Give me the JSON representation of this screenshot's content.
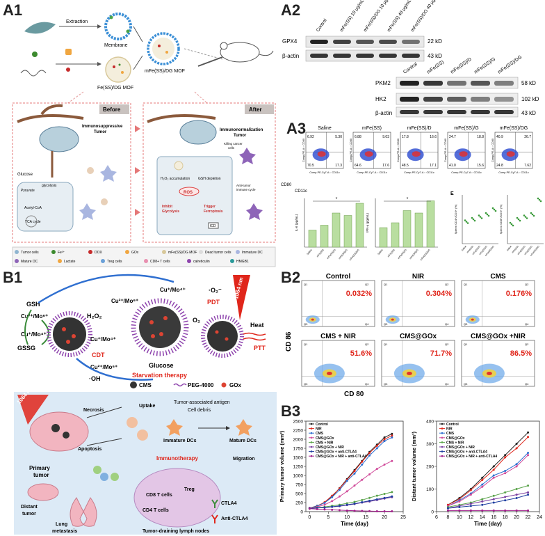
{
  "labels": {
    "a1": "A1",
    "a2": "A2",
    "a3": "A3",
    "b1": "B1",
    "b2": "B2",
    "b3": "B3"
  },
  "a1": {
    "extraction": "Extraction",
    "membrane": "Membrane",
    "mof": "Fe(SS)/DG MOF",
    "mmof": "mFe(SS)/DG MOF",
    "before": "Before",
    "after": "After",
    "immunosuppressive": [
      "Immunosuppressive",
      "Tumor"
    ],
    "immunonormalization": [
      "Immunonormalization",
      "Tumor"
    ],
    "glucose": "Glucose",
    "pyruvate": "Pyruvate",
    "glycolysis": "glycolysis",
    "acetyl": "Acetyl-CoA",
    "tca": "TCA cycle",
    "killing": [
      "Killing cancer",
      "cells"
    ],
    "h2o2": "H₂O₂ accumulation",
    "gsh": "GSH depletion",
    "ros": "ROS",
    "inhibit": [
      "Inhibit",
      "Glycolysis"
    ],
    "trigger": [
      "Trigger",
      "Ferroptosis"
    ],
    "antitumor": [
      "Anti-tumor",
      "immune cycle"
    ],
    "icd": "ICD",
    "legend": [
      {
        "sym": "ellipse-blue",
        "label": "Tumor cells"
      },
      {
        "sym": "dot-green",
        "label": "Fe³⁺"
      },
      {
        "sym": "dot-red",
        "label": "DOX"
      },
      {
        "sym": "square-orange",
        "label": "GOx"
      },
      {
        "sym": "ring-gray",
        "label": "mFe(SS)/DG MOF"
      },
      {
        "sym": "dot-gray",
        "label": "Dead tumor cells"
      },
      {
        "sym": "star-blue",
        "label": "Immature DC"
      },
      {
        "sym": "star-purple",
        "label": "Mature DC"
      },
      {
        "sym": "dot-orange",
        "label": "Lactate"
      },
      {
        "sym": "dot-blue",
        "label": "Treg cells"
      },
      {
        "sym": "dot-pink",
        "label": "CD8+ T cells"
      },
      {
        "sym": "curl-purple",
        "label": "calreticulin"
      },
      {
        "sym": "curl-teal",
        "label": "HMGB1"
      }
    ]
  },
  "a2": {
    "lanes1": [
      "Control",
      "mFe(SS) 10 μg/mL",
      "mFe(SS)/DG 10 μg/mL",
      "mFe(SS) 40 μg/mL",
      "mFe(SS)/DG 40 μg/mL"
    ],
    "gpx4": "GPX4",
    "bactin": "β-actin",
    "kd22": "22 kD",
    "kd43": "43 kD",
    "lanes2": [
      "Control",
      "mFe(SS)",
      "mFe(SS)/D",
      "mFe(SS)/G",
      "mFe(SS)/DG"
    ],
    "pkm2": "PKM2",
    "hk2": "HK2",
    "kd58": "58 kD",
    "kd102": "102 kD"
  },
  "a3": {
    "flow": [
      {
        "name": "Saline",
        "ul": "6.92",
        "ur": "5.30",
        "ll": "70.5",
        "lr": "17.3"
      },
      {
        "name": "mFe(SS)",
        "ul": "6.88",
        "ur": "9.03",
        "ll": "64.6",
        "lr": "17.6"
      },
      {
        "name": "mFe(SS)/D",
        "ul": "17.8",
        "ur": "16.6",
        "ll": "48.5",
        "lr": "17.1"
      },
      {
        "name": "mFe(SS)/G",
        "ul": "24.7",
        "ur": "18.8",
        "ll": "41.0",
        "lr": "15.6"
      },
      {
        "name": "mFe(SS)/DG",
        "ul": "40.9",
        "ur": "26.7",
        "ll": "24.8",
        "lr": "7.62"
      }
    ],
    "xaxis": "Comp-PE-Cy7-A :: CD11c",
    "yaxis": "Comp-PE-A :: CD80",
    "cd80": "CD80",
    "cd11c": "CD11c",
    "e": "E",
    "bar_ylabel1": "IL-6 (pg/mL)",
    "bar_ylabel2": "IFN-γ (pg/mL)",
    "dot_ylabel1": "Spleen CD4+/CD3+ (%)",
    "dot_ylabel2": "Spleen CD8+/CD3+ (%)",
    "groups": [
      "Saline",
      "mFe(SS)",
      "mFe(SS)/D",
      "mFe(SS)/G",
      "mFe(SS)/DG"
    ],
    "star": "*"
  },
  "b1": {
    "gsh": "GSH",
    "gssg": "GSSG",
    "cu_mo_hi": "Cu²⁺/Mo⁶⁺",
    "cu_mo_lo": "Cu⁺/Mo⁴⁺",
    "h2o2": "H₂O₂",
    "o2": "O₂",
    "oh": "·OH",
    "o2rad": "·O₂⁻",
    "cdt": "CDT",
    "pdt": "PDT",
    "ptt": "PTT",
    "heat": "Heat",
    "nir": "1064 nm",
    "glucose": "Glucose",
    "starvation": "Starvation therapy",
    "legend": [
      {
        "sym": "cms",
        "label": "CMS"
      },
      {
        "sym": "peg",
        "label": "PEG-4000"
      },
      {
        "sym": "gox",
        "label": "GOx"
      }
    ],
    "necrosis": "Necrosis",
    "apoptosis": "Apoptosis",
    "uptake": "Uptake",
    "primary": [
      "Primary",
      "tumor"
    ],
    "taa": "Tumor-associated antigen",
    "debris": "Cell debris",
    "immature": "Immature DCs",
    "mature": "Mature DCs",
    "immunotherapy": "Immunotherapy",
    "migration": "Migration",
    "cd8": "CD8 T cells",
    "cd4": "CD4 T cells",
    "treg": "Treg",
    "ctla4": "CTLA4",
    "anti": "Anti-CTLA4",
    "distant": [
      "Distant",
      "tumor"
    ],
    "lung": [
      "Lung",
      "metastasis"
    ],
    "lymph": "Tumor-draining lymph nodes",
    "nir2": "1064 nm"
  },
  "b2": {
    "plots": [
      {
        "name": "Control",
        "pct": "0.032%",
        "q": [
          "Q1",
          "Q2",
          "Q3",
          "Q4"
        ]
      },
      {
        "name": "NIR",
        "pct": "0.304%",
        "q": [
          "Q1",
          "Q2",
          "Q3",
          "Q4"
        ]
      },
      {
        "name": "CMS",
        "pct": "0.176%",
        "q": [
          "Q1",
          "Q2",
          "Q3",
          "Q4"
        ]
      },
      {
        "name": "CMS + NIR",
        "pct": "51.6%",
        "q": [
          "Q1",
          "Q2",
          "Q3",
          "Q4"
        ]
      },
      {
        "name": "CMS@GOx",
        "pct": "71.7%",
        "q": [
          "Q1",
          "Q2",
          "Q3",
          "Q4"
        ]
      },
      {
        "name": "CMS@GOx +NIR",
        "pct": "86.5%",
        "q": [
          "Q1",
          "Q2",
          "Q3",
          "Q4"
        ]
      }
    ],
    "ylabel": "CD 86",
    "xlabel": "CD 80"
  },
  "colors": {
    "accent_red": "#e0261b",
    "blue": "#2f6fd0",
    "green": "#5aa34a",
    "purple": "#7a3fa0",
    "pink": "#d04a9a"
  },
  "chart_data": [
    {
      "type": "line",
      "ylabel": "Primary tumor volume (mm³)",
      "xlabel": "Time (day)",
      "xlim": [
        -1,
        25
      ],
      "ylim": [
        0,
        2500
      ],
      "xticks": [
        0,
        5,
        10,
        15,
        20,
        25
      ],
      "yticks": [
        0,
        250,
        500,
        750,
        1000,
        1250,
        1500,
        1750,
        2000,
        2250,
        2500
      ],
      "x": [
        0,
        2,
        4,
        6,
        8,
        10,
        12,
        14,
        16,
        18,
        20,
        22
      ],
      "legend": "top-left",
      "series": [
        {
          "name": "Control",
          "color": "#222222",
          "values": [
            100,
            160,
            250,
            420,
            650,
            900,
            1150,
            1400,
            1650,
            1850,
            2050,
            2150
          ]
        },
        {
          "name": "NIR",
          "color": "#e0261b",
          "values": [
            100,
            150,
            260,
            440,
            640,
            880,
            1120,
            1380,
            1620,
            1820,
            2000,
            2100
          ]
        },
        {
          "name": "CMS",
          "color": "#2f6fd0",
          "values": [
            100,
            150,
            240,
            400,
            600,
            850,
            1050,
            1300,
            1550,
            1750,
            1950,
            2050
          ]
        },
        {
          "name": "CMS@GOx",
          "color": "#d04a9a",
          "values": [
            100,
            130,
            190,
            290,
            420,
            560,
            720,
            880,
            1030,
            1180,
            1300,
            1400
          ]
        },
        {
          "name": "CMS + NIR",
          "color": "#5aa34a",
          "values": [
            90,
            110,
            130,
            160,
            190,
            230,
            270,
            320,
            380,
            440,
            490,
            540
          ]
        },
        {
          "name": "CMS@GOx + NIR",
          "color": "#7a3fa0",
          "values": [
            90,
            100,
            110,
            130,
            150,
            180,
            210,
            250,
            280,
            320,
            360,
            400
          ]
        },
        {
          "name": "CMS@GOx + anti-CTLA4",
          "color": "#1f3fa0",
          "values": [
            90,
            100,
            115,
            135,
            160,
            190,
            220,
            260,
            300,
            340,
            380,
            420
          ]
        },
        {
          "name": "CMS@GOx + NIR + anti-CTLA4",
          "color": "#a01f8a",
          "values": [
            80,
            70,
            60,
            50,
            40,
            30,
            25,
            20,
            15,
            10,
            10,
            10
          ]
        }
      ]
    },
    {
      "type": "line",
      "ylabel": "Distant tumor volume (mm³)",
      "xlabel": "Time (day)",
      "xlim": [
        6,
        24
      ],
      "ylim": [
        0,
        400
      ],
      "xticks": [
        6,
        8,
        10,
        12,
        14,
        16,
        18,
        20,
        22,
        24
      ],
      "yticks": [
        0,
        100,
        200,
        300,
        400
      ],
      "x": [
        8,
        10,
        12,
        14,
        16,
        18,
        20,
        22
      ],
      "legend": "top-left",
      "series": [
        {
          "name": "Control",
          "color": "#222222",
          "values": [
            30,
            60,
            100,
            150,
            200,
            250,
            300,
            350
          ]
        },
        {
          "name": "NIR",
          "color": "#e0261b",
          "values": [
            30,
            55,
            95,
            140,
            185,
            240,
            280,
            330
          ]
        },
        {
          "name": "CMS",
          "color": "#2f6fd0",
          "values": [
            25,
            50,
            80,
            120,
            160,
            180,
            210,
            260
          ]
        },
        {
          "name": "CMS@GOx",
          "color": "#d04a9a",
          "values": [
            25,
            45,
            75,
            110,
            150,
            170,
            200,
            250
          ]
        },
        {
          "name": "CMS + NIR",
          "color": "#5aa34a",
          "values": [
            20,
            30,
            40,
            55,
            70,
            85,
            100,
            115
          ]
        },
        {
          "name": "CMS@GOx + NIR",
          "color": "#7a3fa0",
          "values": [
            15,
            25,
            35,
            45,
            55,
            65,
            75,
            85
          ]
        },
        {
          "name": "CMS@GOx + anti-CTLA4",
          "color": "#1f3fa0",
          "values": [
            15,
            20,
            25,
            30,
            40,
            50,
            60,
            75
          ]
        },
        {
          "name": "CMS@GOx + NIR + anti-CTLA4",
          "color": "#a01f8a",
          "values": [
            5,
            5,
            5,
            5,
            5,
            5,
            5,
            5
          ]
        }
      ]
    }
  ]
}
